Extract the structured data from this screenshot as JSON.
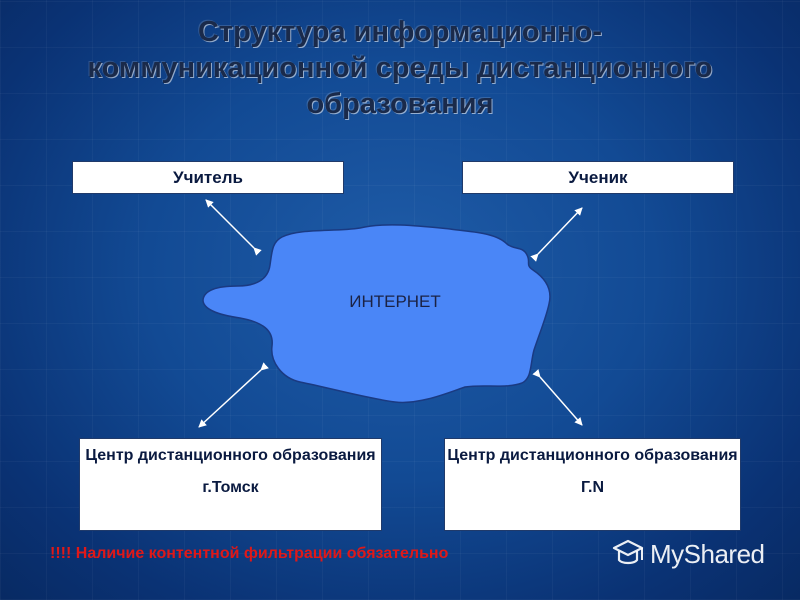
{
  "title": {
    "line1": "Структура информационно-",
    "line2": "коммуникационной среды дистанционного",
    "line3": "образования"
  },
  "nodes": {
    "teacher": "Учитель",
    "student": "Ученик",
    "internet": "ИНТЕРНЕТ",
    "center_tomsk": {
      "name": "Центр дистанционного образования",
      "city": "г.Томск"
    },
    "center_n": {
      "name": "Центр дистанционного образования",
      "city": "Г.N"
    }
  },
  "warning": "!!!! Наличие контентной фильтрации обязательно",
  "watermark": {
    "text": "MyShared",
    "icon": "myshared-logo-icon"
  },
  "colors": {
    "background": "#124a94",
    "cloud_fill": "#4a86f7",
    "title_text": "#1a2a4a",
    "warning_text": "#e01818",
    "box_fill": "#ffffff"
  }
}
